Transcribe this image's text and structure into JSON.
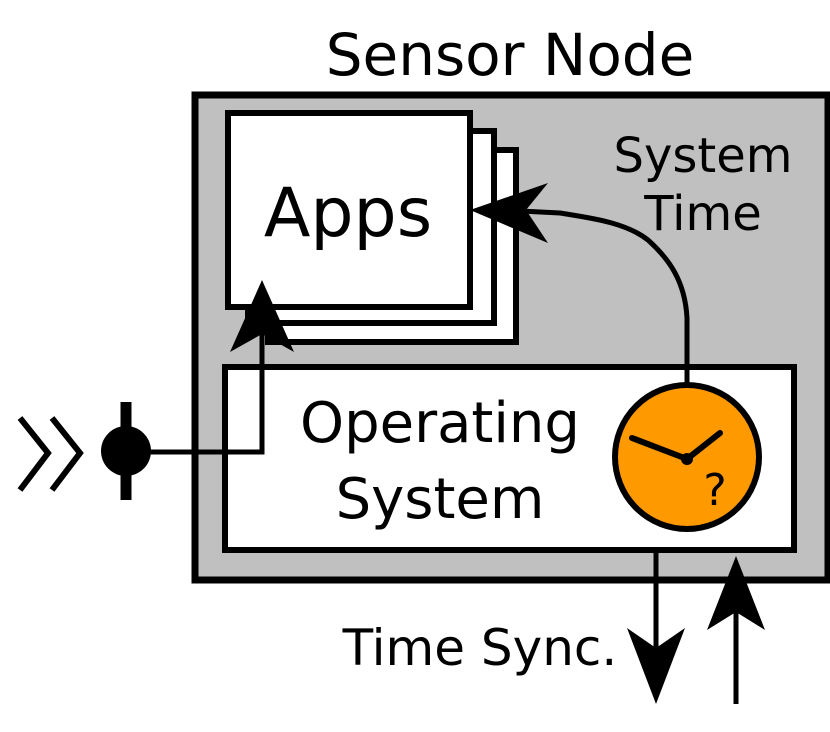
{
  "title": "Sensor Node",
  "apps": {
    "label": "Apps"
  },
  "os": {
    "line1": "Operating",
    "line2": "System"
  },
  "system_time": {
    "line1": "System",
    "line2": "Time"
  },
  "clock": {
    "mark": "?"
  },
  "time_sync": {
    "label": "Time Sync."
  },
  "colors": {
    "node_fill": "#c0c0c0",
    "clock_fill": "#ff9900",
    "stroke": "#000000",
    "box_fill": "#ffffff"
  }
}
